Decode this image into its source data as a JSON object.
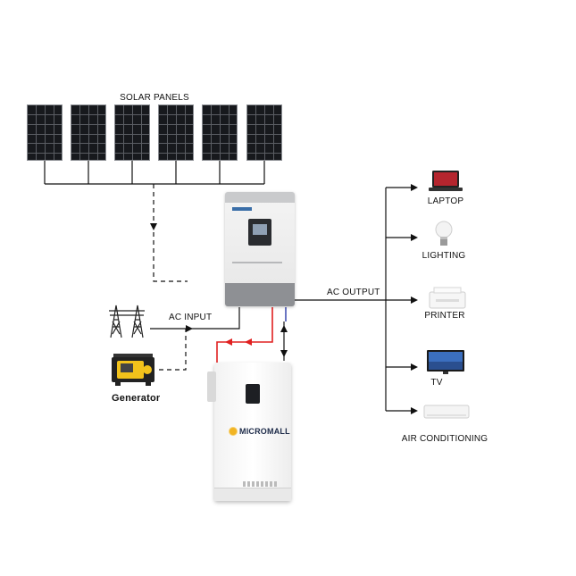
{
  "labels": {
    "solar_panels": "SOLAR PANELS",
    "ac_input": "AC INPUT",
    "generator": "Generator",
    "ac_output": "AC OUTPUT"
  },
  "inverter_brand": "",
  "battery_brand": "MICROMALL",
  "loads": [
    {
      "name": "LAPTOP",
      "icon": "laptop-icon"
    },
    {
      "name": "LIGHTING",
      "icon": "light-bulb-icon"
    },
    {
      "name": "PRINTER",
      "icon": "printer-icon"
    },
    {
      "name": "TV",
      "icon": "tv-icon"
    },
    {
      "name": "AIR CONDITIONING",
      "icon": "air-conditioner-icon"
    }
  ],
  "colors": {
    "wire": "#111111",
    "battery_link": "#e02020",
    "panel": "#17191d",
    "battery_brand": "#1c2a48",
    "sun": "#f1b424"
  }
}
